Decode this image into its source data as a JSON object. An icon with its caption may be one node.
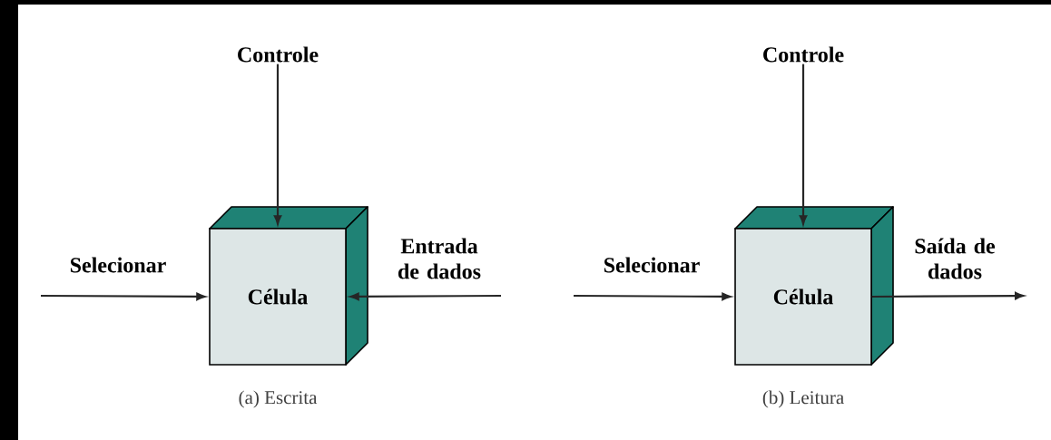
{
  "diagram": {
    "nodes": [
      {
        "text": [
          "Controle"
        ]
      },
      {
        "text": [
          "Célula"
        ]
      },
      {
        "text": [
          "Controle"
        ]
      },
      {
        "text": [
          "Célula"
        ]
      }
    ],
    "labels": [
      "(a) Escrita",
      "(b) Leitura"
    ],
    "edges": [
      {
        "from": 0,
        "to": 1,
        "arrow": "to"
      },
      {
        "from": null,
        "to": 1,
        "arrow": "to",
        "label": "Selecionar"
      },
      {
        "from": null,
        "to": 1,
        "arrow": "to",
        "label": "Entrada de dados"
      },
      {
        "from": 2,
        "to": 3,
        "arrow": "to"
      },
      {
        "from": null,
        "to": 3,
        "arrow": "to",
        "label": "Selecionar"
      },
      {
        "from": 3,
        "to": null,
        "arrow": "to",
        "label": "Saída de dados"
      }
    ]
  }
}
